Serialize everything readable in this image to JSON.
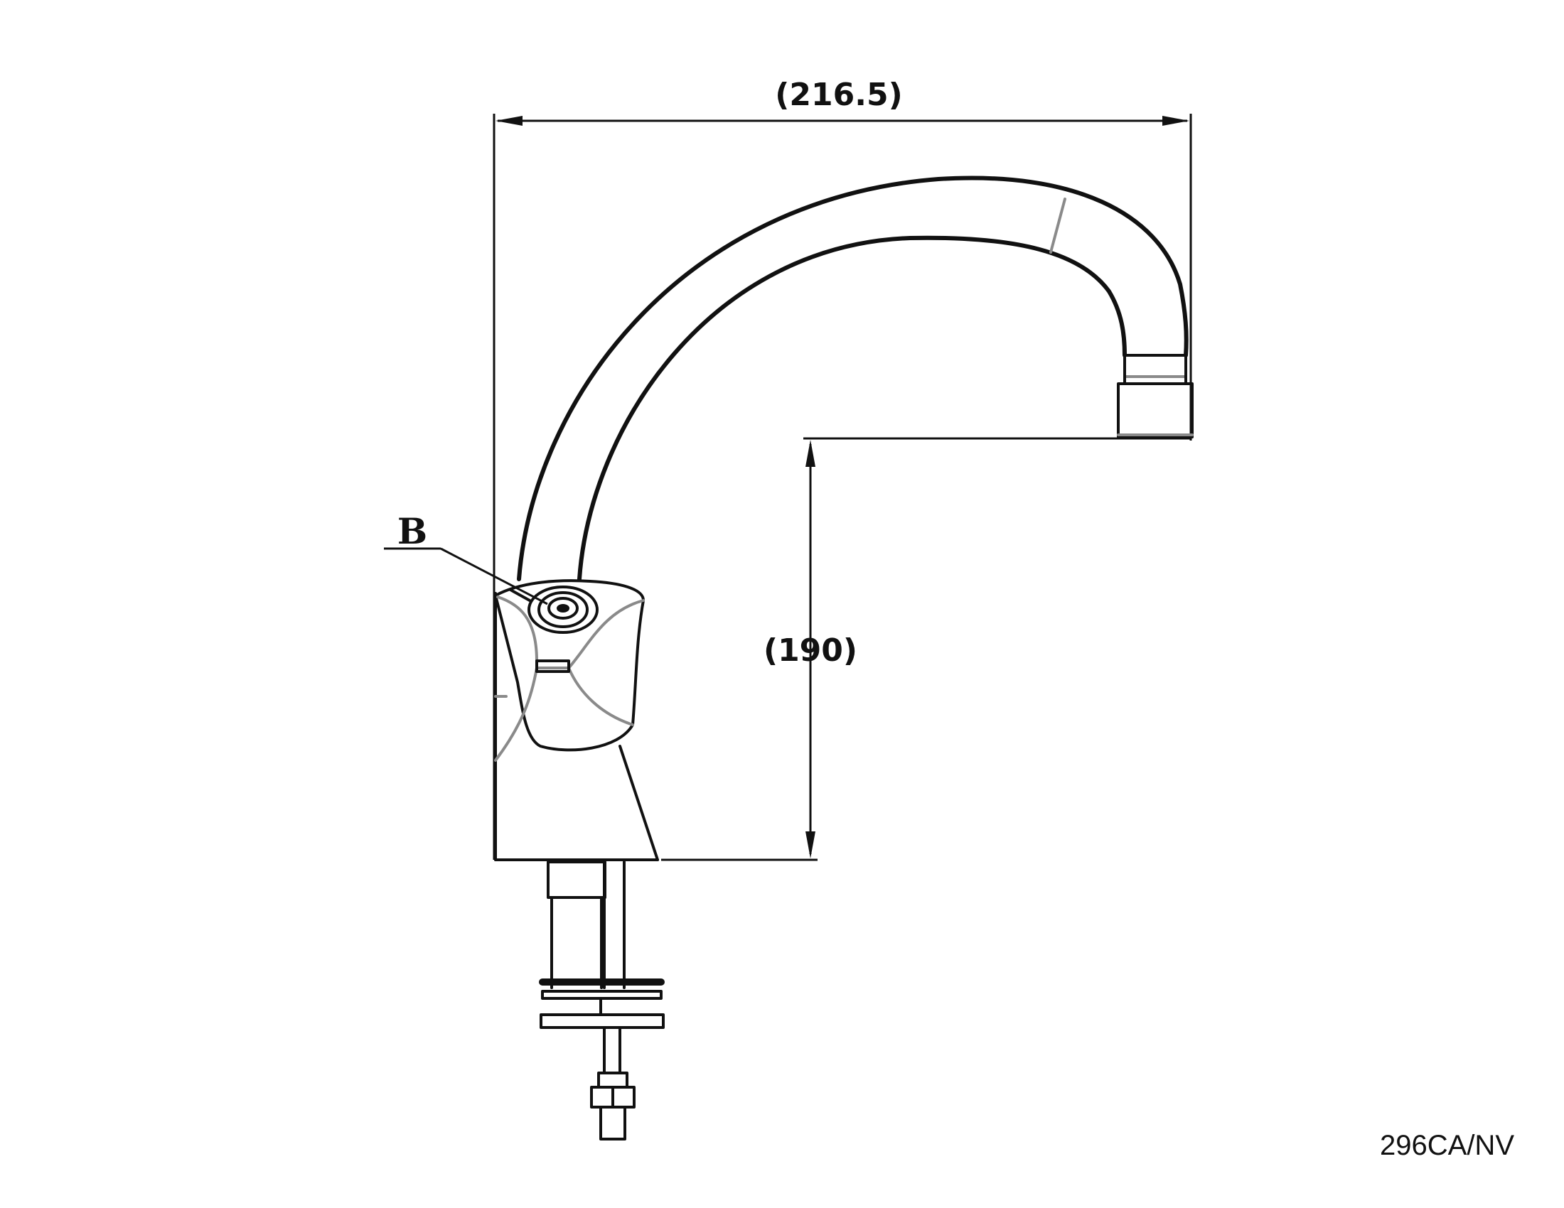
{
  "drawing": {
    "dimensions": {
      "overall_width": "(216.5)",
      "spout_height": "(190)"
    },
    "callout_label": "B",
    "model_code": "296CA/NV"
  }
}
